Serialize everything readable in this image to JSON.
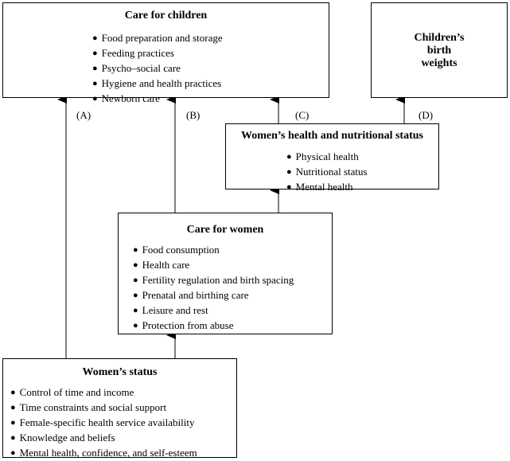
{
  "care_children": {
    "title": "Care for children",
    "items": [
      "Food preparation and storage",
      "Feeding practices",
      "Psycho–social care",
      "Hygiene and health practices",
      "Newborn care"
    ]
  },
  "birth_weights": {
    "line1": "Children’s",
    "line2": "birth",
    "line3": "weights"
  },
  "womens_health": {
    "title": "Women’s health and nutritional status",
    "items": [
      "Physical health",
      "Nutritional status",
      "Mental health"
    ]
  },
  "care_women": {
    "title": "Care for women",
    "items": [
      "Food consumption",
      "Health care",
      "Fertility regulation and birth spacing",
      "Prenatal and birthing care",
      "Leisure and rest",
      "Protection from abuse"
    ]
  },
  "womens_status": {
    "title": "Women’s status",
    "items": [
      "Control of time and income",
      "Time constraints and social support",
      "Female-specific health service availability",
      "Knowledge and beliefs",
      "Mental health, confidence, and self-esteem"
    ]
  },
  "arrow_labels": {
    "a": "(A)",
    "b": "(B)",
    "c": "(C)",
    "d": "(D)"
  }
}
